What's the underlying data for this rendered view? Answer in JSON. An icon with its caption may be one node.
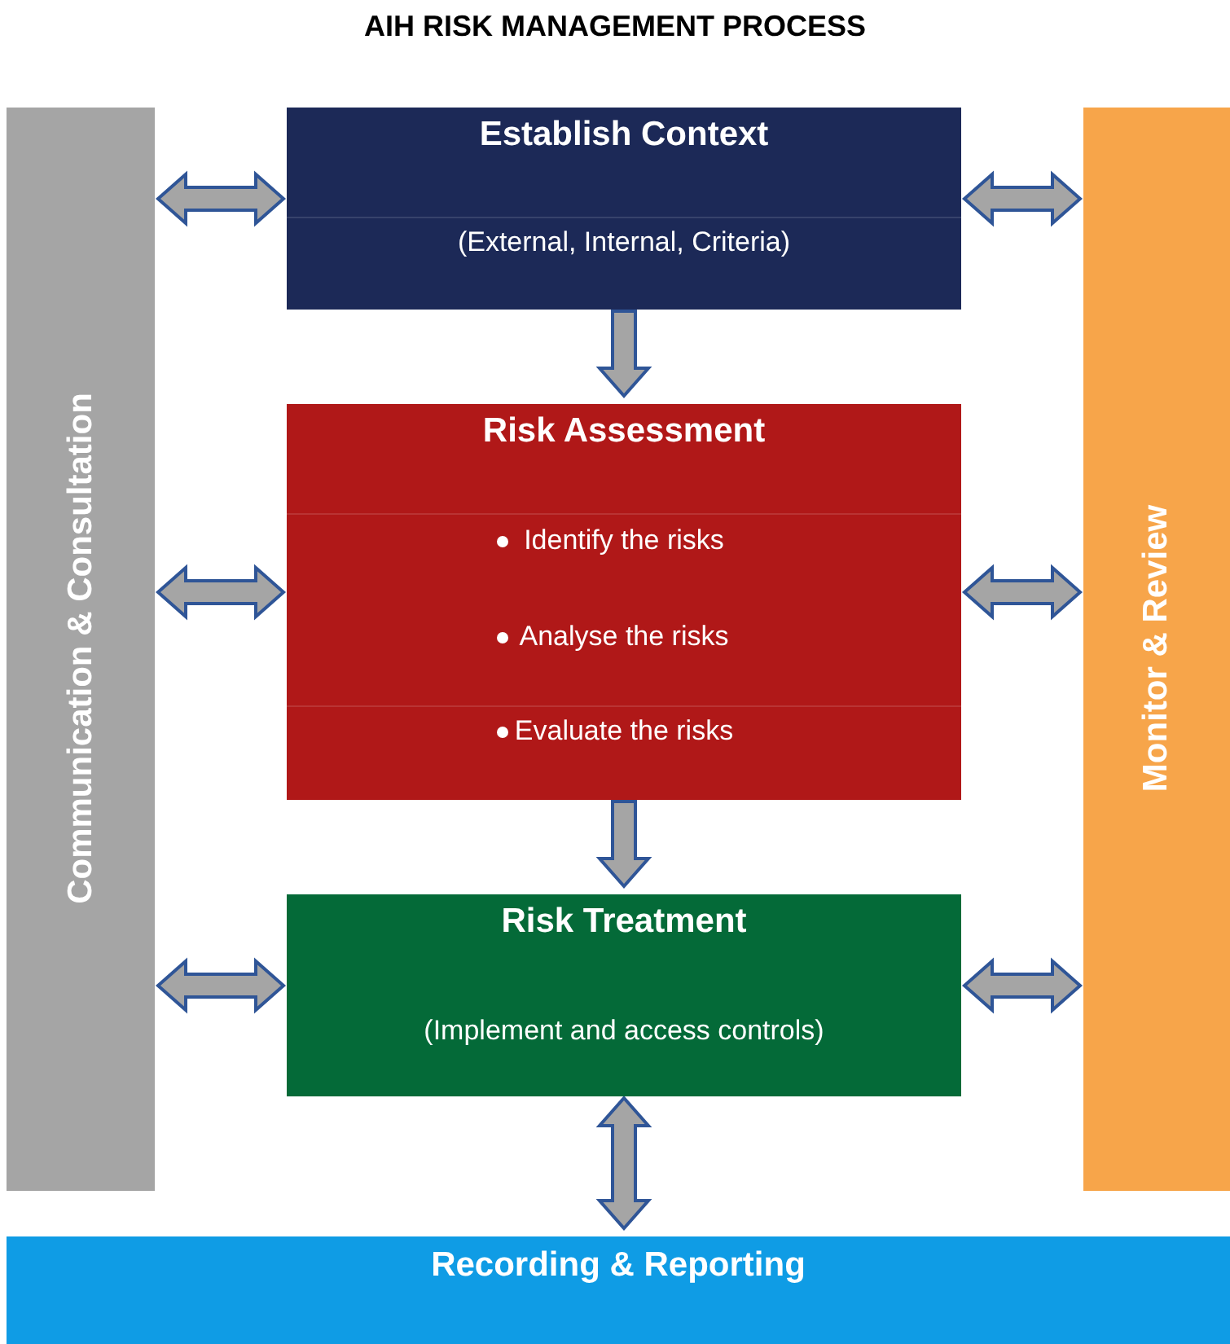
{
  "diagram": {
    "title": "AIH RISK MANAGEMENT PROCESS",
    "nodes": [
      {
        "text": [
          "Communication & Consultation"
        ]
      },
      {
        "text": [
          "Establish Context",
          "(External, Internal, Criteria)"
        ]
      },
      {
        "text": [
          "Risk Assessment",
          "Identify the risks",
          "Analyse the risks",
          "Evaluate the risks"
        ]
      },
      {
        "text": [
          "Risk Treatment",
          "(Implement and access controls)"
        ]
      },
      {
        "text": [
          "Monitor & Review"
        ]
      },
      {
        "text": [
          "Recording & Reporting"
        ]
      }
    ],
    "edges": [
      {
        "from": 0,
        "to": 1,
        "arrow": "both"
      },
      {
        "from": 1,
        "to": 4,
        "arrow": "both"
      },
      {
        "from": 1,
        "to": 2,
        "arrow": "to"
      },
      {
        "from": 0,
        "to": 2,
        "arrow": "both"
      },
      {
        "from": 2,
        "to": 4,
        "arrow": "both"
      },
      {
        "from": 2,
        "to": 3,
        "arrow": "to"
      },
      {
        "from": 0,
        "to": 3,
        "arrow": "both"
      },
      {
        "from": 3,
        "to": 4,
        "arrow": "both"
      },
      {
        "from": 3,
        "to": 5,
        "arrow": "both"
      }
    ]
  }
}
